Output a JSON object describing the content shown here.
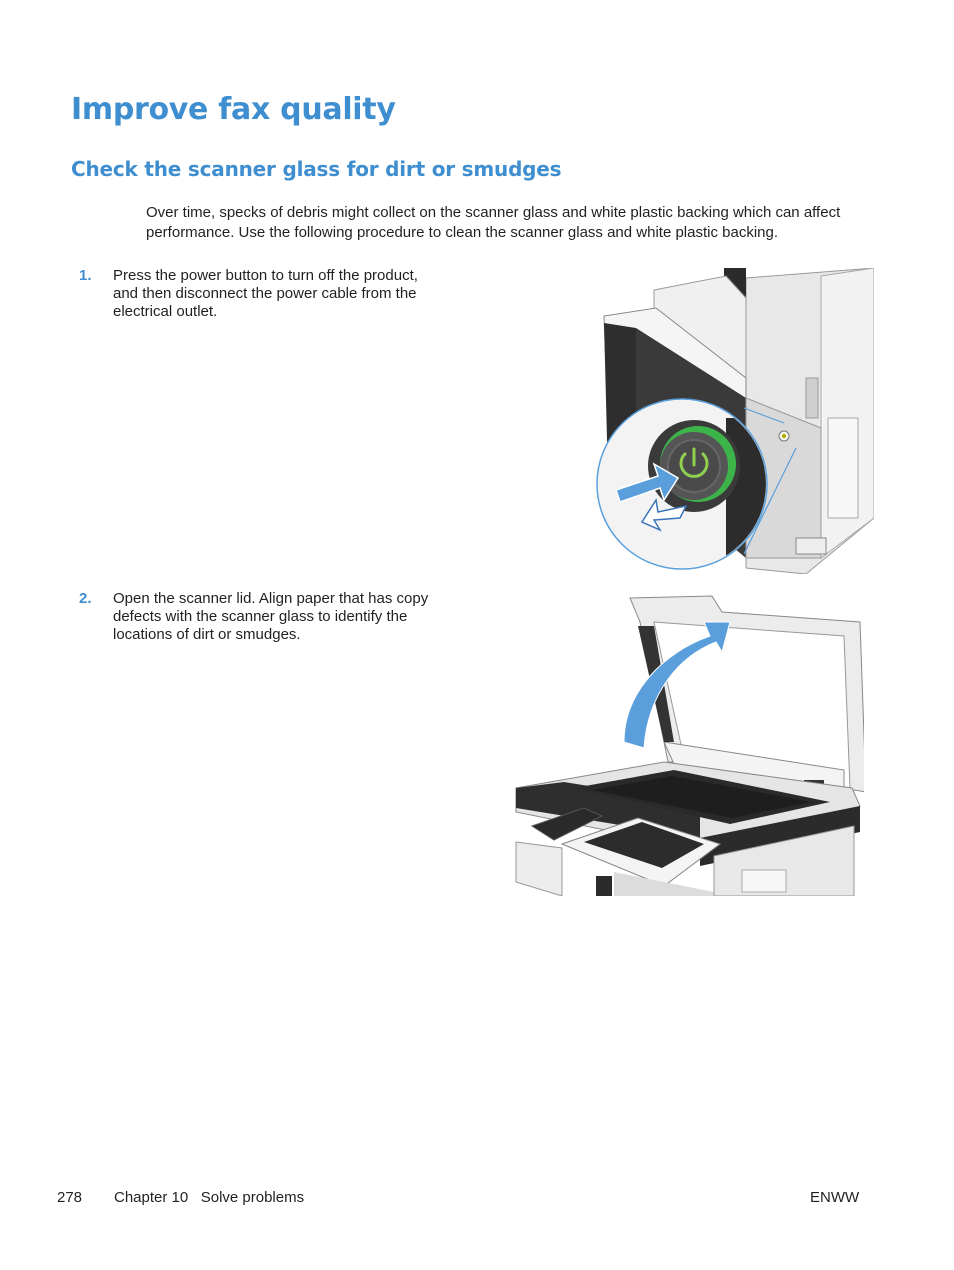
{
  "page": {
    "title": "Improve fax quality",
    "section_title": "Check the scanner glass for dirt or smudges",
    "intro": "Over time, specks of debris might collect on the scanner glass and white plastic backing which can affect performance. Use the following procedure to clean the scanner glass and white plastic backing."
  },
  "steps": [
    {
      "number": "1.",
      "text": "Press the power button to turn off the product, and then disconnect the power cable from the electrical outlet."
    },
    {
      "number": "2.",
      "text": "Open the scanner lid. Align paper that has copy defects with the scanner glass to identify the locations of dirt or smudges."
    }
  ],
  "footer": {
    "page_number": "278",
    "chapter": "Chapter 10   Solve problems",
    "right": "ENWW"
  },
  "colors": {
    "heading": "#3e8ed0",
    "power_ring": "#3cb44a",
    "arrow_blue": "#5a9fdc"
  }
}
